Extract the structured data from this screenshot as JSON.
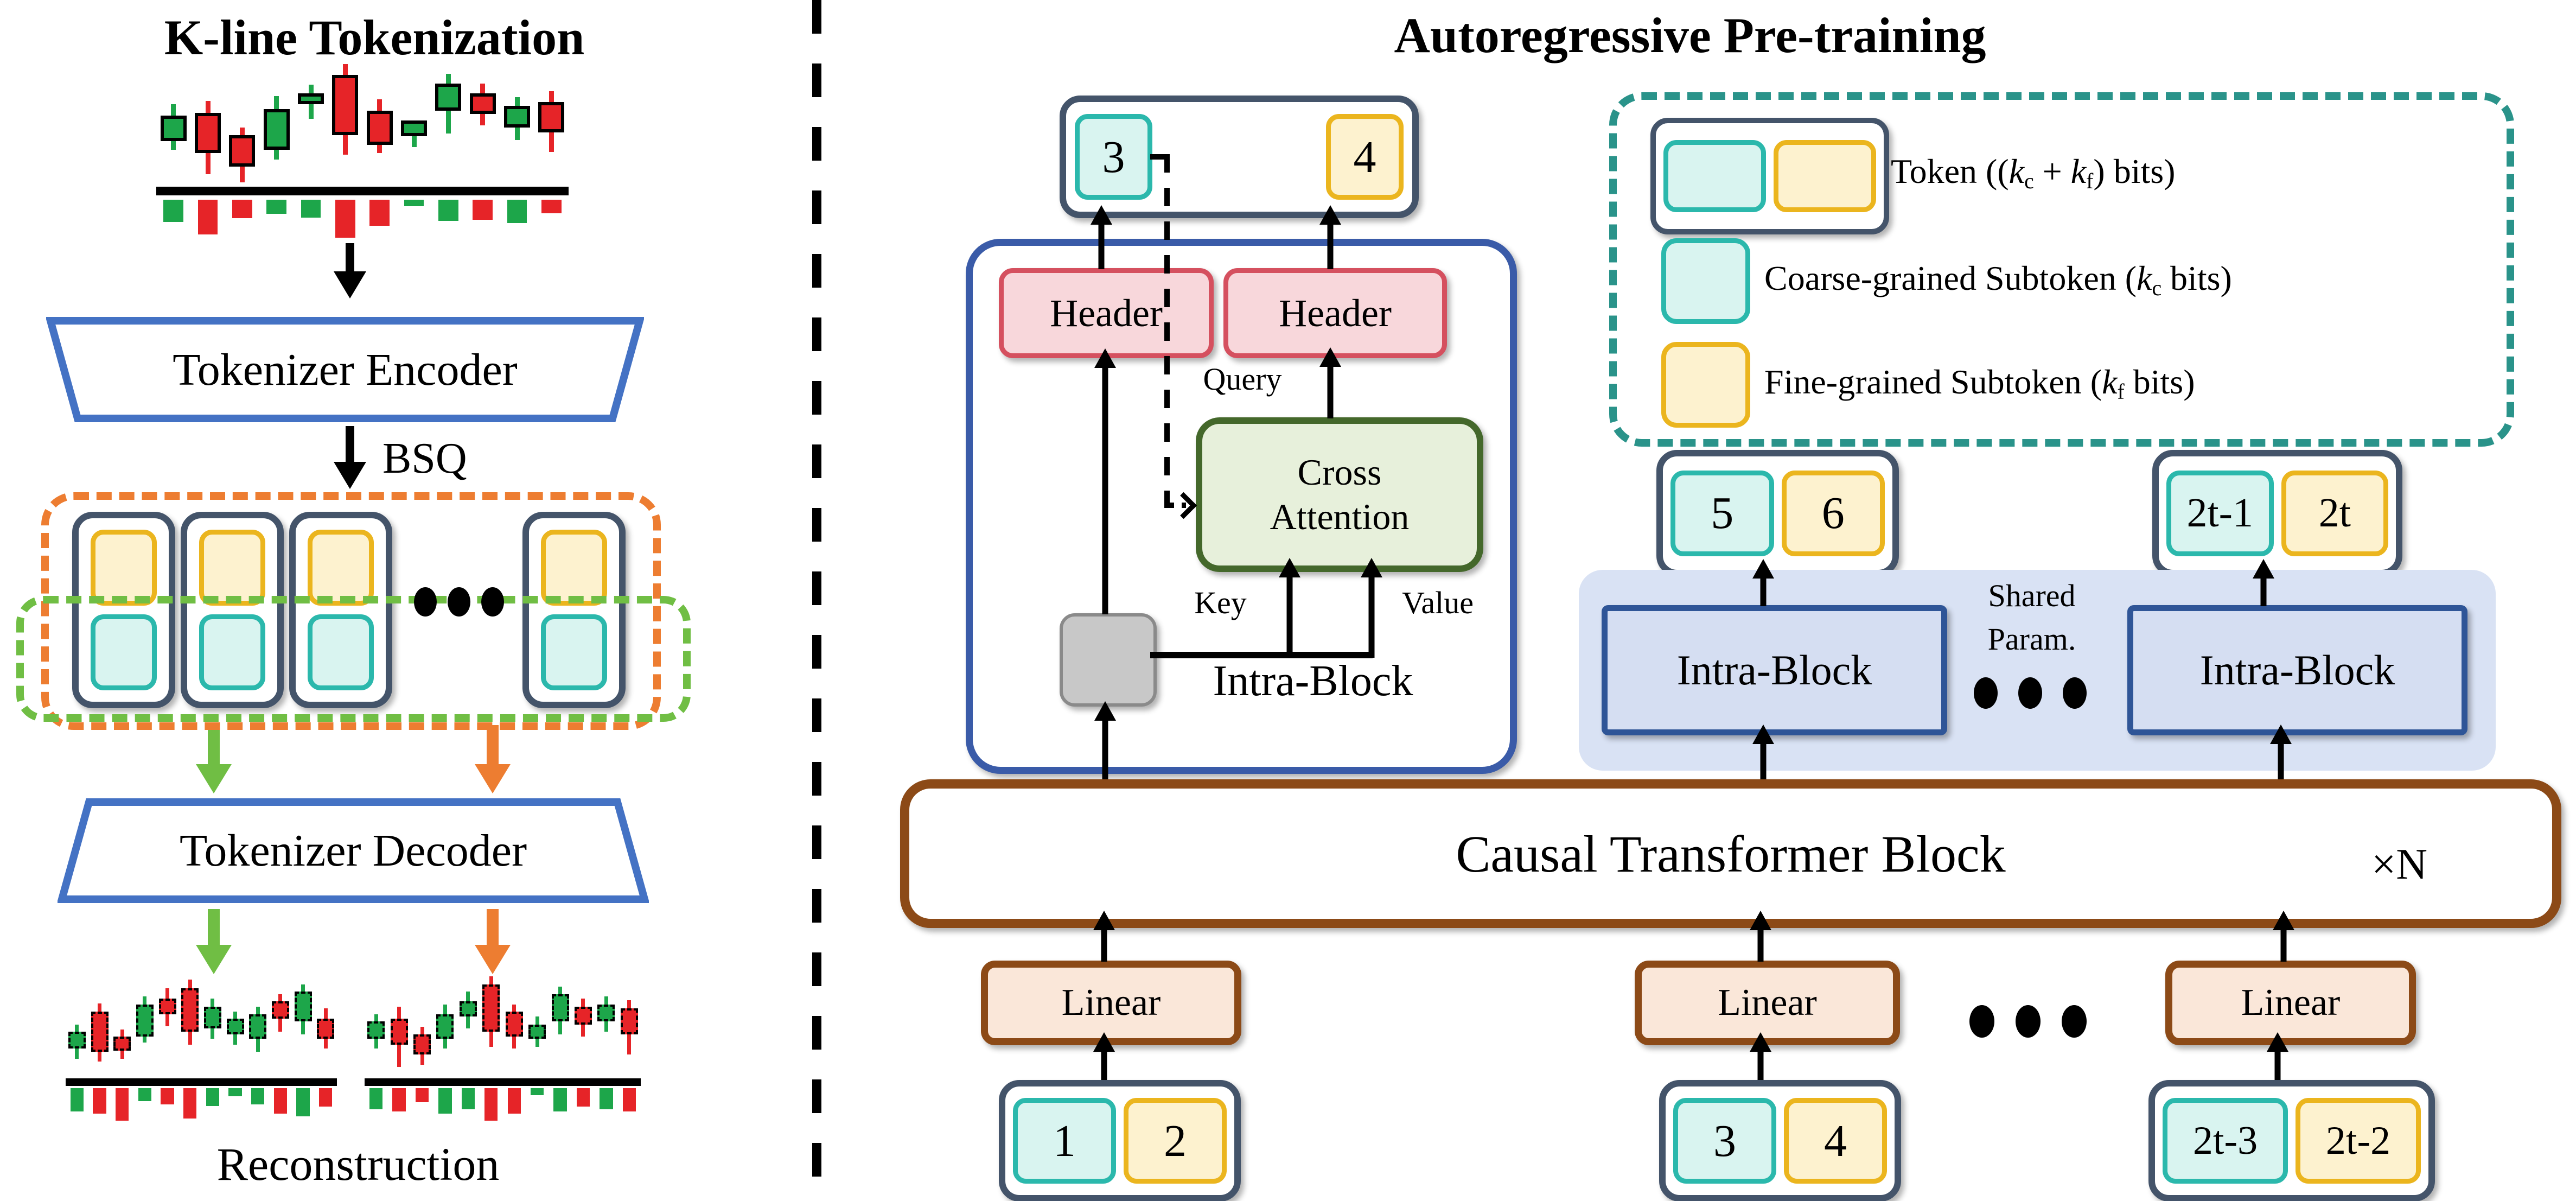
{
  "left": {
    "title": "K-line Tokenization",
    "encoder_label": "Tokenizer Encoder",
    "bsq_label": "BSQ",
    "decoder_label": "Tokenizer Decoder",
    "reconstruction_label": "Reconstruction"
  },
  "right": {
    "title": "Autoregressive Pre-training",
    "header_left_label": "Header",
    "header_right_label": "Header",
    "query_label": "Query",
    "key_label": "Key",
    "value_label": "Value",
    "cross_attention_line1": "Cross",
    "cross_attention_line2": "Attention",
    "intra_block_detail_label": "Intra-Block",
    "intra_block_left_label": "Intra-Block",
    "intra_block_right_label": "Intra-Block",
    "shared_param_line1": "Shared",
    "shared_param_line2": "Param.",
    "causal_label": "Causal Transformer Block",
    "repeat_label": "×N",
    "linear_left_label": "Linear",
    "linear_mid_label": "Linear",
    "linear_right_label": "Linear",
    "tokens": {
      "out_top": {
        "coarse": "3",
        "fine": "4"
      },
      "mid_left": {
        "coarse": "5",
        "fine": "6"
      },
      "mid_right": {
        "coarse": "2t-1",
        "fine": "2t"
      },
      "in_left": {
        "coarse": "1",
        "fine": "2"
      },
      "in_mid": {
        "coarse": "3",
        "fine": "4"
      },
      "in_right": {
        "coarse": "2t-3",
        "fine": "2t-2"
      }
    }
  },
  "legend": {
    "rows": [
      {
        "icon": "token-icon",
        "parts": [
          {
            "t": "Token (("
          },
          {
            "t": "k",
            "i": true
          },
          {
            "t": "c",
            "sub": true
          },
          {
            "t": " + "
          },
          {
            "t": "k",
            "i": true
          },
          {
            "t": "f",
            "sub": true
          },
          {
            "t": ") bits)"
          }
        ]
      },
      {
        "icon": "coarse-subtoken-icon",
        "parts": [
          {
            "t": "Coarse-grained Subtoken ("
          },
          {
            "t": "k",
            "i": true
          },
          {
            "t": "c",
            "sub": true
          },
          {
            "t": " bits)"
          }
        ]
      },
      {
        "icon": "fine-subtoken-icon",
        "parts": [
          {
            "t": "Fine-grained Subtoken ("
          },
          {
            "t": "k",
            "i": true
          },
          {
            "t": "f",
            "sub": true
          },
          {
            "t": " bits)"
          }
        ]
      }
    ]
  },
  "colors": {
    "candle_green": "#1DA64A",
    "candle_red": "#E62428",
    "navy_token_border": "#44546A",
    "coarse_fill": "#D9F4F0",
    "coarse_border": "#2BB8AC",
    "fine_fill": "#FDF2CF",
    "fine_border": "#EBB51E",
    "orange_dash": "#ED7D31",
    "green_dash": "#70BE44",
    "teal_dash": "#2A938A",
    "blue_trapezoid": "#4472C4",
    "intra_big_border": "#3A5BA8",
    "intra_small_border": "#2F5597",
    "intra_small_fill": "#D5DEF2",
    "lavender_fill": "#D9E2F4",
    "header_fill": "#F8D7DB",
    "header_border": "#D5505F",
    "cross_fill": "#E7F0DB",
    "cross_border": "#44682B",
    "gray_fill": "#C8C8C8",
    "gray_border": "#8A8A8A",
    "brown_border": "#8C4A17",
    "linear_fill": "#FAE7D9"
  },
  "chart_data": [
    {
      "type": "candlestick",
      "title": "input K-line series",
      "note": "fractions of pane height, 0 = top",
      "candles": [
        {
          "c": "g",
          "body": [
            0.42,
            0.63
          ],
          "wick": [
            0.33,
            0.7
          ],
          "vol": 0.5,
          "vc": "g"
        },
        {
          "c": "r",
          "body": [
            0.4,
            0.73
          ],
          "wick": [
            0.3,
            0.9
          ],
          "vol": 0.78,
          "vc": "r"
        },
        {
          "c": "r",
          "body": [
            0.58,
            0.84
          ],
          "wick": [
            0.52,
            0.97
          ],
          "vol": 0.42,
          "vc": "r"
        },
        {
          "c": "g",
          "body": [
            0.37,
            0.7
          ],
          "wick": [
            0.26,
            0.78
          ],
          "vol": 0.32,
          "vc": "g"
        },
        {
          "c": "g",
          "body": [
            0.24,
            0.33
          ],
          "wick": [
            0.17,
            0.45
          ],
          "vol": 0.4,
          "vc": "g"
        },
        {
          "c": "r",
          "body": [
            0.09,
            0.58
          ],
          "wick": [
            0.0,
            0.74
          ],
          "vol": 0.85,
          "vc": "r"
        },
        {
          "c": "r",
          "body": [
            0.38,
            0.66
          ],
          "wick": [
            0.29,
            0.73
          ],
          "vol": 0.58,
          "vc": "r"
        },
        {
          "c": "g",
          "body": [
            0.46,
            0.59
          ],
          "wick": [
            0.46,
            0.68
          ],
          "vol": 0.15,
          "vc": "g"
        },
        {
          "c": "g",
          "body": [
            0.16,
            0.38
          ],
          "wick": [
            0.08,
            0.57
          ],
          "vol": 0.48,
          "vc": "g"
        },
        {
          "c": "r",
          "body": [
            0.24,
            0.41
          ],
          "wick": [
            0.16,
            0.5
          ],
          "vol": 0.45,
          "vc": "r"
        },
        {
          "c": "g",
          "body": [
            0.34,
            0.52
          ],
          "wick": [
            0.27,
            0.62
          ],
          "vol": 0.52,
          "vc": "g"
        },
        {
          "c": "r",
          "body": [
            0.31,
            0.56
          ],
          "wick": [
            0.22,
            0.72
          ],
          "vol": 0.3,
          "vc": "r"
        }
      ]
    },
    {
      "type": "candlestick",
      "title": "reconstruction (coarse path)",
      "dashed": true,
      "candles": [
        {
          "c": "g",
          "body": [
            0.55,
            0.72
          ],
          "wick": [
            0.48,
            0.82
          ],
          "vol": 0.5,
          "vc": "g"
        },
        {
          "c": "r",
          "body": [
            0.35,
            0.75
          ],
          "wick": [
            0.27,
            0.85
          ],
          "vol": 0.55,
          "vc": "r"
        },
        {
          "c": "r",
          "body": [
            0.6,
            0.74
          ],
          "wick": [
            0.53,
            0.82
          ],
          "vol": 0.7,
          "vc": "r"
        },
        {
          "c": "g",
          "body": [
            0.28,
            0.6
          ],
          "wick": [
            0.2,
            0.66
          ],
          "vol": 0.28,
          "vc": "g"
        },
        {
          "c": "r",
          "body": [
            0.22,
            0.38
          ],
          "wick": [
            0.12,
            0.5
          ],
          "vol": 0.35,
          "vc": "r"
        },
        {
          "c": "r",
          "body": [
            0.12,
            0.55
          ],
          "wick": [
            0.03,
            0.68
          ],
          "vol": 0.65,
          "vc": "r"
        },
        {
          "c": "g",
          "body": [
            0.3,
            0.52
          ],
          "wick": [
            0.22,
            0.62
          ],
          "vol": 0.38,
          "vc": "g"
        },
        {
          "c": "g",
          "body": [
            0.42,
            0.58
          ],
          "wick": [
            0.35,
            0.68
          ],
          "vol": 0.18,
          "vc": "g"
        },
        {
          "c": "g",
          "body": [
            0.38,
            0.62
          ],
          "wick": [
            0.3,
            0.75
          ],
          "vol": 0.35,
          "vc": "g"
        },
        {
          "c": "r",
          "body": [
            0.25,
            0.42
          ],
          "wick": [
            0.18,
            0.55
          ],
          "vol": 0.55,
          "vc": "r"
        },
        {
          "c": "g",
          "body": [
            0.15,
            0.45
          ],
          "wick": [
            0.08,
            0.58
          ],
          "vol": 0.6,
          "vc": "g"
        },
        {
          "c": "r",
          "body": [
            0.42,
            0.62
          ],
          "wick": [
            0.32,
            0.72
          ],
          "vol": 0.4,
          "vc": "r"
        }
      ]
    },
    {
      "type": "candlestick",
      "title": "reconstruction (fine path)",
      "dashed": true,
      "candles": [
        {
          "c": "g",
          "body": [
            0.45,
            0.62
          ],
          "wick": [
            0.38,
            0.72
          ],
          "vol": 0.45,
          "vc": "g"
        },
        {
          "c": "r",
          "body": [
            0.42,
            0.68
          ],
          "wick": [
            0.3,
            0.9
          ],
          "vol": 0.5,
          "vc": "r"
        },
        {
          "c": "r",
          "body": [
            0.58,
            0.78
          ],
          "wick": [
            0.5,
            0.88
          ],
          "vol": 0.3,
          "vc": "r"
        },
        {
          "c": "g",
          "body": [
            0.38,
            0.62
          ],
          "wick": [
            0.28,
            0.72
          ],
          "vol": 0.55,
          "vc": "g"
        },
        {
          "c": "g",
          "body": [
            0.25,
            0.4
          ],
          "wick": [
            0.15,
            0.52
          ],
          "vol": 0.45,
          "vc": "g"
        },
        {
          "c": "r",
          "body": [
            0.08,
            0.55
          ],
          "wick": [
            0.0,
            0.7
          ],
          "vol": 0.7,
          "vc": "r"
        },
        {
          "c": "r",
          "body": [
            0.35,
            0.6
          ],
          "wick": [
            0.28,
            0.72
          ],
          "vol": 0.55,
          "vc": "r"
        },
        {
          "c": "g",
          "body": [
            0.48,
            0.62
          ],
          "wick": [
            0.4,
            0.7
          ],
          "vol": 0.15,
          "vc": "g"
        },
        {
          "c": "g",
          "body": [
            0.18,
            0.45
          ],
          "wick": [
            0.1,
            0.58
          ],
          "vol": 0.5,
          "vc": "g"
        },
        {
          "c": "r",
          "body": [
            0.3,
            0.48
          ],
          "wick": [
            0.22,
            0.6
          ],
          "vol": 0.4,
          "vc": "r"
        },
        {
          "c": "g",
          "body": [
            0.28,
            0.45
          ],
          "wick": [
            0.2,
            0.55
          ],
          "vol": 0.45,
          "vc": "g"
        },
        {
          "c": "r",
          "body": [
            0.32,
            0.58
          ],
          "wick": [
            0.24,
            0.78
          ],
          "vol": 0.5,
          "vc": "r"
        }
      ]
    }
  ]
}
